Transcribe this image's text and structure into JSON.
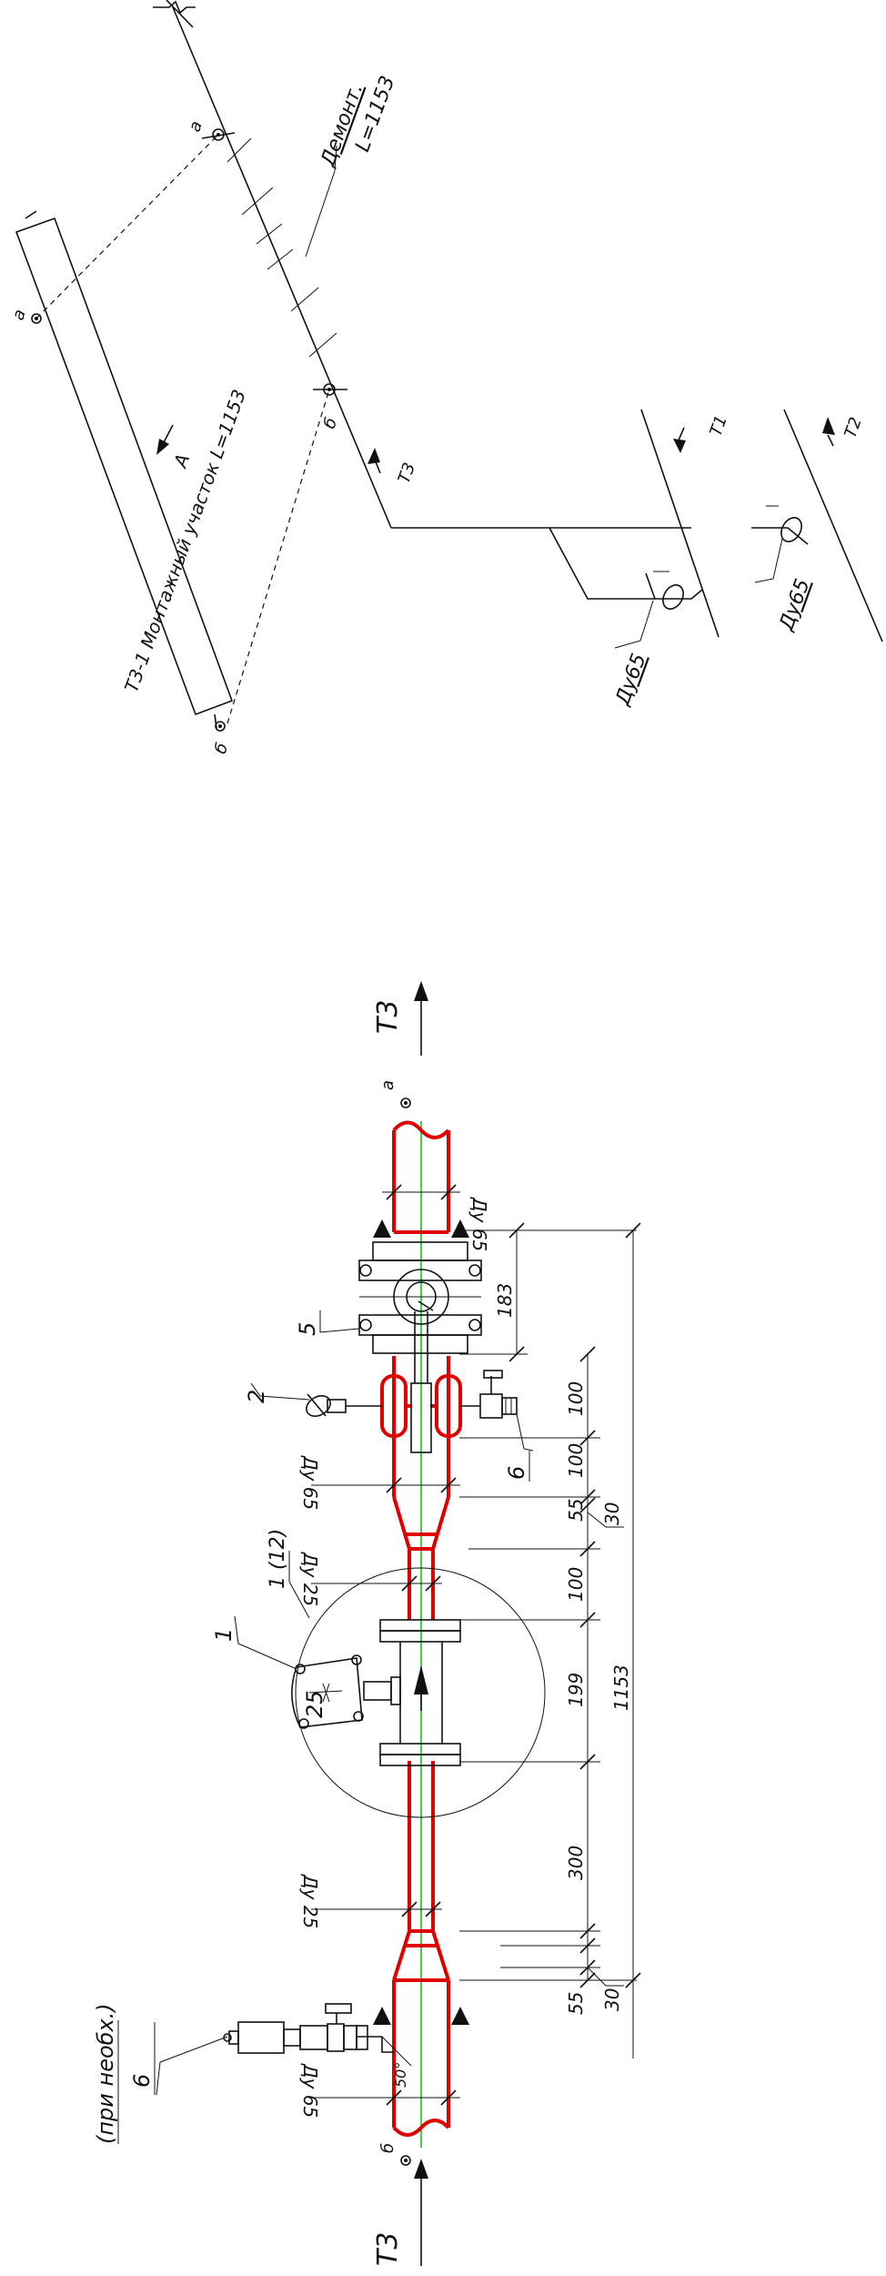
{
  "iso": {
    "box_label": "Т3-1 Монтажный участок  L=1153",
    "point_a": "а",
    "point_b": "б",
    "view_arrow": "А",
    "dismount_line1": "Демонт.",
    "dismount_line2": "L=1153",
    "pipe_t3": "Т3",
    "pipe_t1": "Т1",
    "pipe_t2": "Т2",
    "valve_1": "Ду65",
    "valve_2": "Ду65"
  },
  "plan": {
    "flow_left": "Т3",
    "flow_right": "Т3",
    "point_a": "а",
    "point_b": "б",
    "callout_1": "1",
    "callout_1_12": "1 (12)",
    "callout_2": "2",
    "callout_5": "5",
    "callout_6a": "6",
    "callout_6b": "6",
    "note_if_needed": "(при необх.)",
    "instrument_label": "25",
    "dn_labels": [
      "Ду 65",
      "Ду 65",
      "Ду 25",
      "Ду 25",
      "Ду 65"
    ],
    "angle_label": "50°",
    "dims": {
      "d183": "183",
      "d100a": "100",
      "d100b": "100",
      "d55a": "55",
      "d30a": "30",
      "d100c": "100",
      "d199": "199",
      "d300": "300",
      "d55b": "55",
      "d30b": "30",
      "total": "1153"
    }
  }
}
